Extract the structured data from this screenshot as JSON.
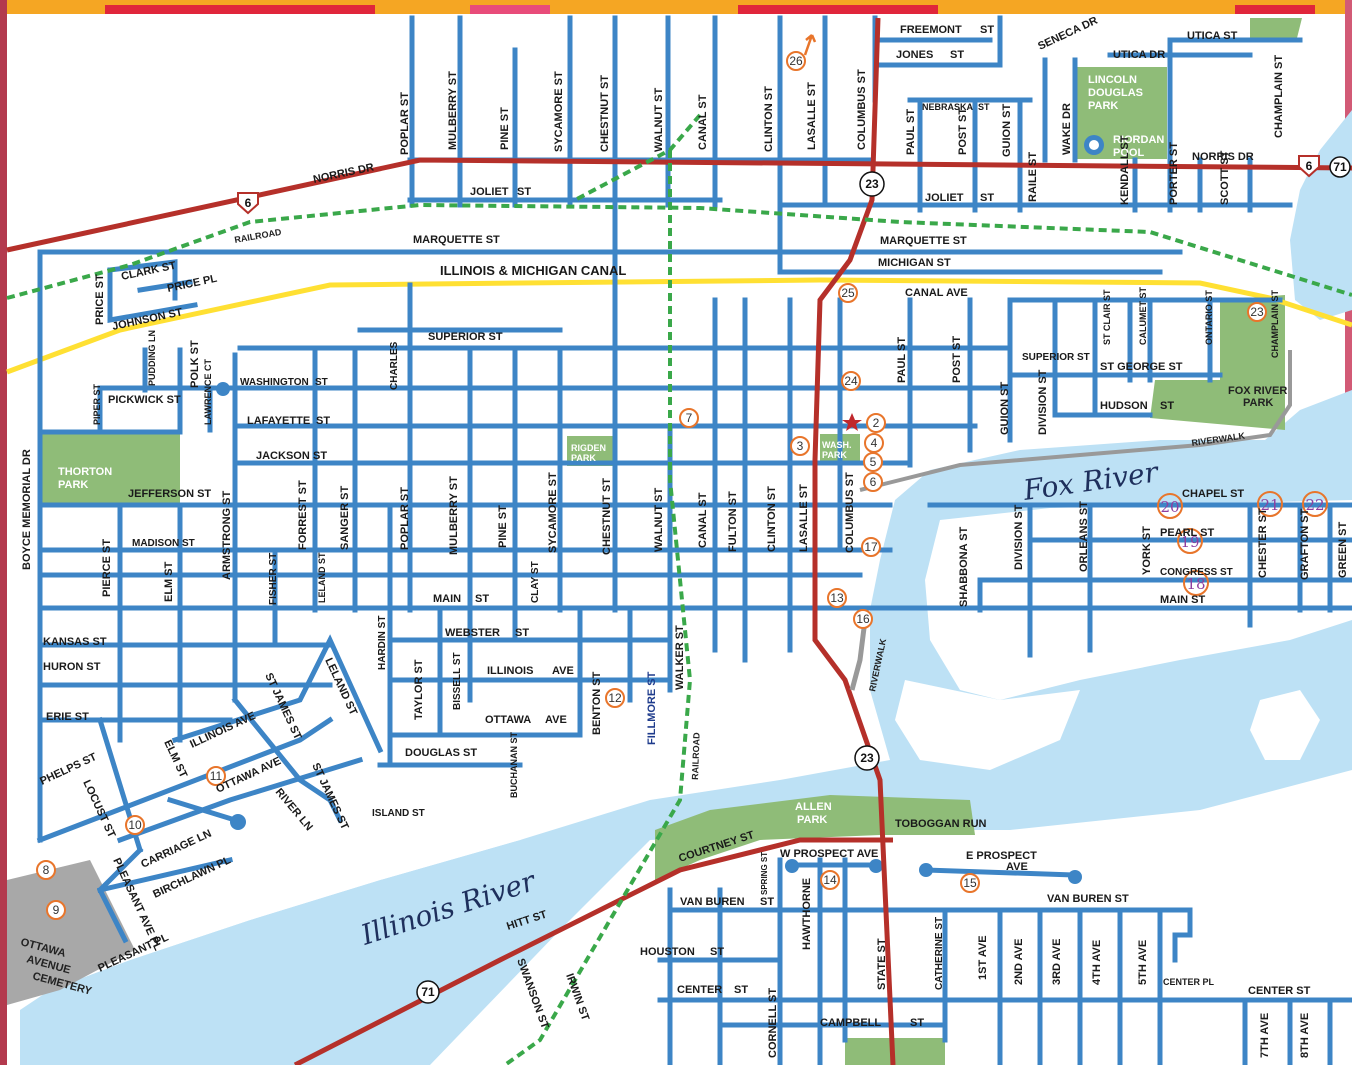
{
  "colors": {
    "road": "#3d85c6",
    "highway": "#b5302a",
    "water": "#bde1f5",
    "park": "#8fbc78",
    "canal": "#ffe033",
    "railroad": "#3aa84a",
    "riverwalk": "#999999",
    "cemetery": "#a8a8a8",
    "poi_ring": "#e8752b",
    "border": "#b33a4e"
  },
  "water_labels": {
    "fox_river": "Fox River",
    "illinois_river": "Illinois River"
  },
  "parks": {
    "lincoln_douglas": "LINCOLN DOUGLAS PARK",
    "riordan_pool": "RIORDAN POOL",
    "thorton": "THORTON PARK",
    "rigden": "RIGDEN PARK",
    "wash": "WASH. PARK",
    "fox_river": "FOX RIVER PARK",
    "allen": "ALLEN PARK",
    "cemetery": "OTTAWA AVENUE CEMETERY"
  },
  "highways": {
    "us6": "6",
    "il71": "71",
    "il23": "23"
  },
  "labels": {
    "railroad": "RAILROAD",
    "riverwalk": "RIVERWALK",
    "canal": "ILLINOIS & MICHIGAN CANAL",
    "canal_ave": "CANAL AVE",
    "toboggan_run": "TOBOGGAN RUN"
  },
  "streets_top": {
    "poplar": "POPLAR ST",
    "mulberry": "MULBERRY ST",
    "pine": "PINE ST",
    "sycamore": "SYCAMORE ST",
    "chestnut": "CHESTNUT ST",
    "walnut": "WALNUT ST",
    "canal": "CANAL ST",
    "clinton": "CLINTON ST",
    "lasalle": "LASALLE ST",
    "columbus": "COLUMBUS ST",
    "freemont": "FREEMONT",
    "freemont_st": "ST",
    "jones": "JONES",
    "jones_st": "ST",
    "seneca": "SENECA DR",
    "utica_dr": "UTICA DR",
    "utica_st": "UTICA ST",
    "champlain": "CHAMPLAIN ST",
    "paul": "PAUL ST",
    "nebraska": "NEBRASKA",
    "nebraska_st": "ST",
    "post": "POST ST",
    "guion": "GUION ST",
    "wake": "WAKE DR",
    "norris_w": "NORRIS DR",
    "norris_e": "NORRIS DR",
    "joliet_w": "JOLIET",
    "joliet_w_st": "ST",
    "joliet_e": "JOLIET",
    "joliet_e_st": "ST",
    "raile": "RAILE ST",
    "kendall": "KENDALL ST",
    "porter": "PORTER ST",
    "scott": "SCOTT ST"
  },
  "streets_mid": {
    "marquette_w": "MARQUETTE ST",
    "marquette_e": "MARQUETTE ST",
    "michigan": "MICHIGAN ST",
    "clark": "CLARK ST",
    "price_pl": "PRICE PL",
    "price_st": "PRICE ST",
    "johnson": "JOHNSON ST",
    "superior": "SUPERIOR ST",
    "superior_e": "SUPERIOR ST",
    "pudding": "PUDDING LN",
    "polk": "POLK ST",
    "lawrence": "LAWRENCE CT",
    "piper": "PIPER ST",
    "pickwick": "PICKWICK ST",
    "washington": "WASHINGTON",
    "washington_st": "ST",
    "charles": "CHARLES",
    "lafayette": "LAFAYETTE",
    "lafayette_st": "ST",
    "jackson": "JACKSON",
    "jackson_st": "ST",
    "jefferson": "JEFFERSON ST",
    "madison": "MADISON ST",
    "boyce": "BOYCE MEMORIAL DR",
    "st_clair": "ST CLAIR ST",
    "calumet": "CALUMET ST",
    "ontario": "ONTARIO ST",
    "champlain2": "CHAMPLAIN ST",
    "st_george": "ST GEORGE ST",
    "hudson": "HUDSON",
    "hudson_st": "ST",
    "division_n": "DIVISION ST",
    "guion2": "GUION ST",
    "paul2": "PAUL ST",
    "post2": "POST ST"
  },
  "streets_grid": {
    "pierce": "PIERCE ST",
    "elm": "ELM ST",
    "armstrong": "ARMSTRONG ST",
    "fisher": "FISHER ST",
    "forrest": "FORREST ST",
    "leland": "LELAND ST",
    "sanger": "SANGER ST",
    "poplar2": "POPLAR ST",
    "mulberry2": "MULBERRY ST",
    "pine2": "PINE ST",
    "sycamore2": "SYCAMORE ST",
    "chestnut2": "CHESTNUT ST",
    "walnut2": "WALNUT ST",
    "canal2": "CANAL ST",
    "fulton": "FULTON ST",
    "clinton2": "CLINTON ST",
    "lasalle2": "LASALLE ST",
    "columbus2": "COLUMBUS ST",
    "clay": "CLAY ST",
    "main": "MAIN",
    "main_st": "ST",
    "kansas": "KANSAS ST",
    "huron": "HURON ST",
    "erie": "ERIE ST",
    "hardin": "HARDIN ST",
    "webster": "WEBSTER",
    "webster_st": "ST",
    "taylor": "TAYLOR ST",
    "bissell": "BISSELL ST",
    "illinois_ave": "ILLINOIS",
    "illinois_ave2": "AVE",
    "benton": "BENTON ST",
    "fillmore": "FILLMORE ST",
    "walker": "WALKER ST",
    "ottawa_ave": "OTTAWA",
    "ottawa_ave2": "AVE",
    "douglas": "DOUGLAS ST",
    "buchanan": "BUCHANAN ST",
    "leland2": "LELAND ST",
    "st_james": "ST JAMES ST",
    "st_james2": "ST JAMES ST",
    "illinois_ave_sw": "ILLINOIS AVE",
    "ottawa_ave_sw": "OTTAWA AVE",
    "phelps": "PHELPS ST",
    "locust": "LOCUST ST",
    "elm2": "ELM ST",
    "river_ln": "RIVER LN",
    "island": "ISLAND ST",
    "carriage": "CARRIAGE LN",
    "birchlawn": "BIRCHLAWN PL",
    "pleasant_ave": "PLEASANT AVE PL",
    "pleasant": "PLEASANT PL"
  },
  "streets_east": {
    "chapel": "CHAPEL ST",
    "pearl": "PEARL ST",
    "congress": "CONGRESS ST",
    "main_e": "MAIN ST",
    "shabbona": "SHABBONA ST",
    "division": "DIVISION ST",
    "orleans": "ORLEANS ST",
    "york": "YORK ST",
    "chester": "CHESTER ST",
    "grafton": "GRAFTON ST",
    "green": "GREEN ST"
  },
  "streets_south": {
    "courtney": "COURTNEY ST",
    "w_prospect": "W PROSPECT AVE",
    "e_prospect": "E PROSPECT",
    "e_prospect2": "AVE",
    "van_buren_w": "VAN BUREN",
    "van_buren_w_st": "ST",
    "van_buren_e": "VAN BUREN ST",
    "spring": "SPRING ST",
    "hawthorne": "HAWTHORNE",
    "houston": "HOUSTON",
    "houston_st": "ST",
    "center_w": "CENTER",
    "center_w_st": "ST",
    "center_e": "CENTER ST",
    "center_pl": "CENTER PL",
    "cornell": "CORNELL ST",
    "campbell": "CAMPBELL",
    "campbell_st": "ST",
    "state": "STATE ST",
    "catherine": "CATHERINE ST",
    "ave1": "1ST AVE",
    "ave2": "2ND AVE",
    "ave3": "3RD AVE",
    "ave4": "4TH AVE",
    "ave5": "5TH AVE",
    "ave7": "7TH AVE",
    "ave8": "8TH AVE",
    "hitt": "HITT ST",
    "irwin": "IRWIN ST",
    "swanson": "SWANSON ST"
  },
  "pois": [
    "2",
    "3",
    "4",
    "5",
    "6",
    "7",
    "8",
    "9",
    "10",
    "11",
    "12",
    "13",
    "14",
    "15",
    "16",
    "17",
    "18",
    "19",
    "20",
    "21",
    "22",
    "23",
    "24",
    "25",
    "26"
  ]
}
